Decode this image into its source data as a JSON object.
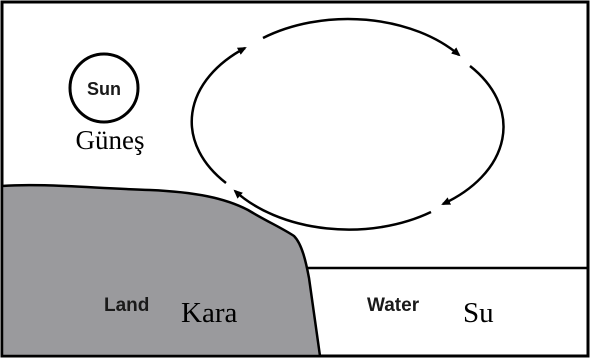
{
  "labels": {
    "sun_en": "Sun",
    "sun_tr": "Güneş",
    "land_en": "Land",
    "land_tr": "Kara",
    "water_en": "Water",
    "water_tr": "Su"
  },
  "colors": {
    "land_fill": "#9a9a9d",
    "stroke": "#000000",
    "background": "#ffffff"
  },
  "icons": {
    "sun": "sun-circle-icon",
    "circulation": "circular-arrows-icon"
  }
}
